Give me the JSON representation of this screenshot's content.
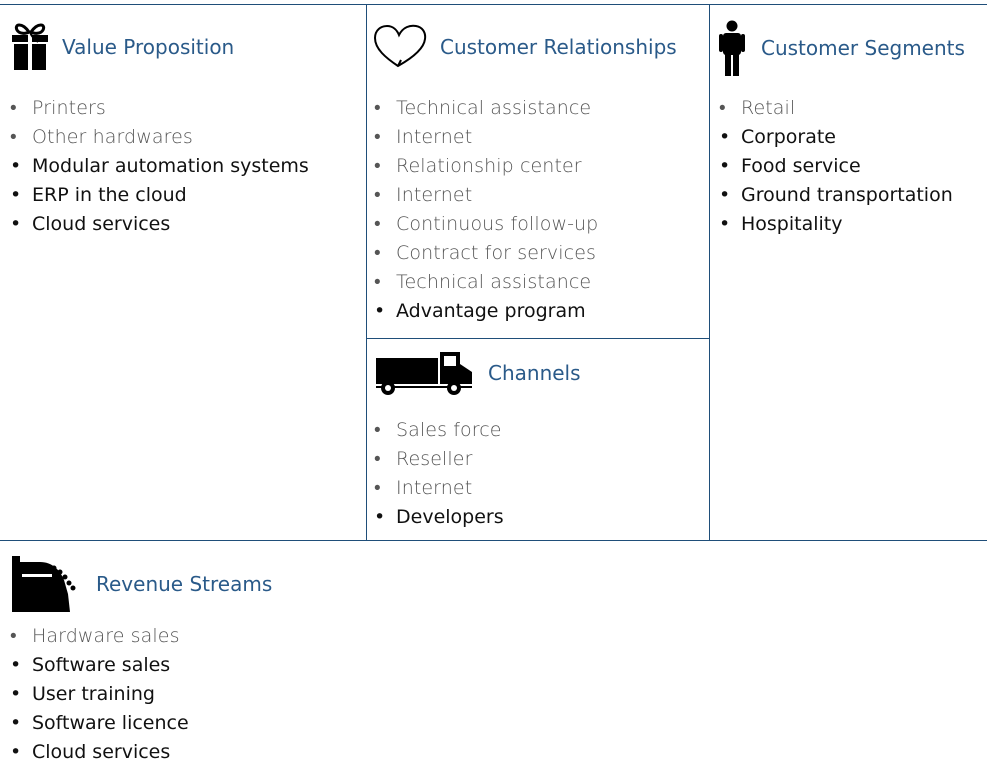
{
  "colors": {
    "border": "#1f4e79",
    "title": "#2a5a89",
    "light_text": "#555555",
    "strong_text": "#111111"
  },
  "value_proposition": {
    "icon": "gift-icon",
    "title": "Value Proposition",
    "items": [
      {
        "text": "Printers",
        "weight": "light"
      },
      {
        "text": "Other hardwares",
        "weight": "light"
      },
      {
        "text": "Modular automation systems",
        "weight": "strong"
      },
      {
        "text": "ERP in the cloud",
        "weight": "strong"
      },
      {
        "text": "Cloud services",
        "weight": "strong"
      }
    ]
  },
  "customer_relationships": {
    "icon": "heart-icon",
    "title": "Customer Relationships",
    "items": [
      {
        "text": "Technical assistance",
        "weight": "light"
      },
      {
        "text": "Internet",
        "weight": "light"
      },
      {
        "text": "Relationship center",
        "weight": "light"
      },
      {
        "text": "Internet",
        "weight": "light"
      },
      {
        "text": "Continuous follow-up",
        "weight": "light"
      },
      {
        "text": "Contract for services",
        "weight": "light"
      },
      {
        "text": "Technical assistance",
        "weight": "light"
      },
      {
        "text": "Advantage program",
        "weight": "strong"
      }
    ]
  },
  "channels": {
    "icon": "truck-icon",
    "title": "Channels",
    "items": [
      {
        "text": "Sales force",
        "weight": "light"
      },
      {
        "text": "Reseller",
        "weight": "light"
      },
      {
        "text": "Internet",
        "weight": "light"
      },
      {
        "text": "Developers",
        "weight": "strong"
      }
    ]
  },
  "customer_segments": {
    "icon": "person-icon",
    "title": "Customer Segments",
    "items": [
      {
        "text": "Retail",
        "weight": "light"
      },
      {
        "text": "Corporate",
        "weight": "strong"
      },
      {
        "text": "Food service",
        "weight": "strong"
      },
      {
        "text": "Ground transportation",
        "weight": "strong"
      },
      {
        "text": "Hospitality",
        "weight": "strong"
      }
    ]
  },
  "revenue_streams": {
    "icon": "cash-register-icon",
    "title": "Revenue Streams",
    "items": [
      {
        "text": "Hardware sales",
        "weight": "light"
      },
      {
        "text": "Software sales",
        "weight": "strong"
      },
      {
        "text": "User training",
        "weight": "strong"
      },
      {
        "text": "Software licence",
        "weight": "strong"
      },
      {
        "text": "Cloud services",
        "weight": "strong"
      }
    ]
  }
}
